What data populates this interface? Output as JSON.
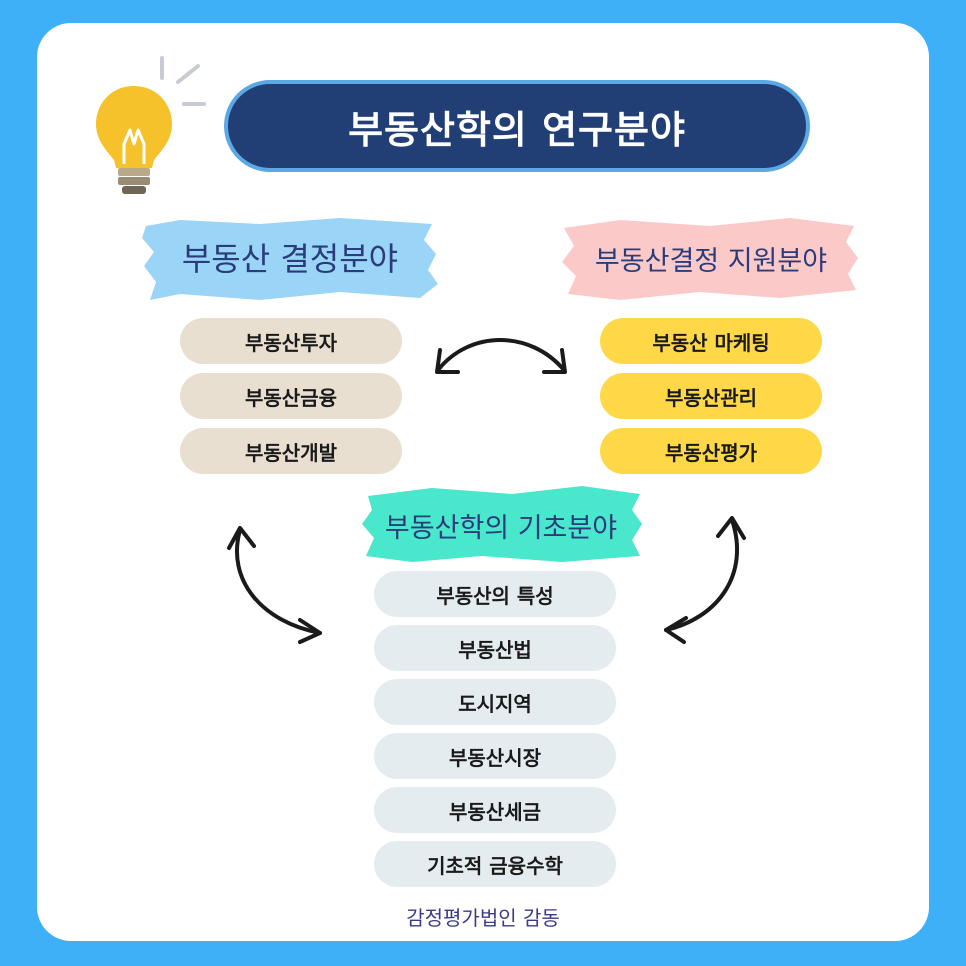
{
  "title": "부동산학의 연구분야",
  "sections": {
    "decision": {
      "heading": "부동산 결정분야",
      "items": [
        "부동산투자",
        "부동산금융",
        "부동산개발"
      ]
    },
    "support": {
      "heading": "부동산결정 지원분야",
      "items": [
        "부동산 마케팅",
        "부동산관리",
        "부동산평가"
      ]
    },
    "basic": {
      "heading": "부동산학의 기초분야",
      "items": [
        "부동산의 특성",
        "부동산법",
        "도시지역",
        "부동산시장",
        "부동산세금",
        "기초적 금융수학"
      ]
    }
  },
  "footer": "감정평가법인 감동",
  "icons": {
    "bulb": "lightbulb-icon",
    "arrows": [
      "double-arrow-icon",
      "double-arrow-icon",
      "double-arrow-icon"
    ]
  },
  "colors": {
    "background": "#3eb0f7",
    "title_bg": "#213f75",
    "decision_brush": "#8fcff5",
    "support_brush": "#fcc6c6",
    "basic_brush": "#3fe6c8",
    "decision_pill": "#e8dfd0",
    "support_pill": "#ffd847",
    "basic_pill": "#e5ecf0"
  }
}
